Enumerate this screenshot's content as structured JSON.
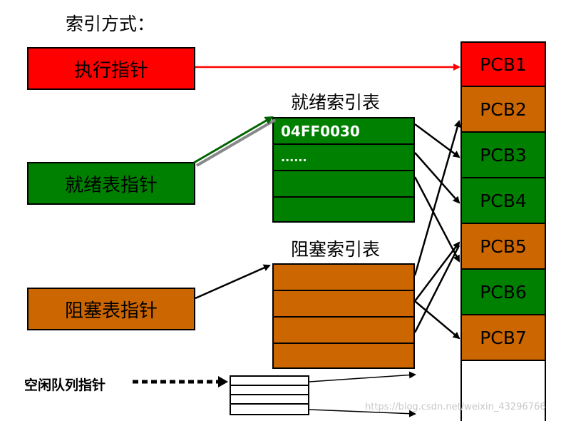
{
  "title": "索引方式：",
  "pointers": {
    "exec": "执行指针",
    "ready": "就绪表指针",
    "blocked": "阻塞表指针",
    "free": "空闲队列指针"
  },
  "ready_table": {
    "label": "就绪索引表",
    "rows": [
      "04FF0030",
      "......",
      "",
      ""
    ]
  },
  "blocked_table": {
    "label": "阻塞索引表"
  },
  "pcbs": [
    {
      "label": "PCB1",
      "color": "#ff0000"
    },
    {
      "label": "PCB2",
      "color": "#cc6600"
    },
    {
      "label": "PCB3",
      "color": "#008000"
    },
    {
      "label": "PCB4",
      "color": "#008000"
    },
    {
      "label": "PCB5",
      "color": "#cc6600"
    },
    {
      "label": "PCB6",
      "color": "#008000"
    },
    {
      "label": "PCB7",
      "color": "#cc6600"
    }
  ],
  "watermark": "https://blog.csdn.net/weixin_43296766"
}
